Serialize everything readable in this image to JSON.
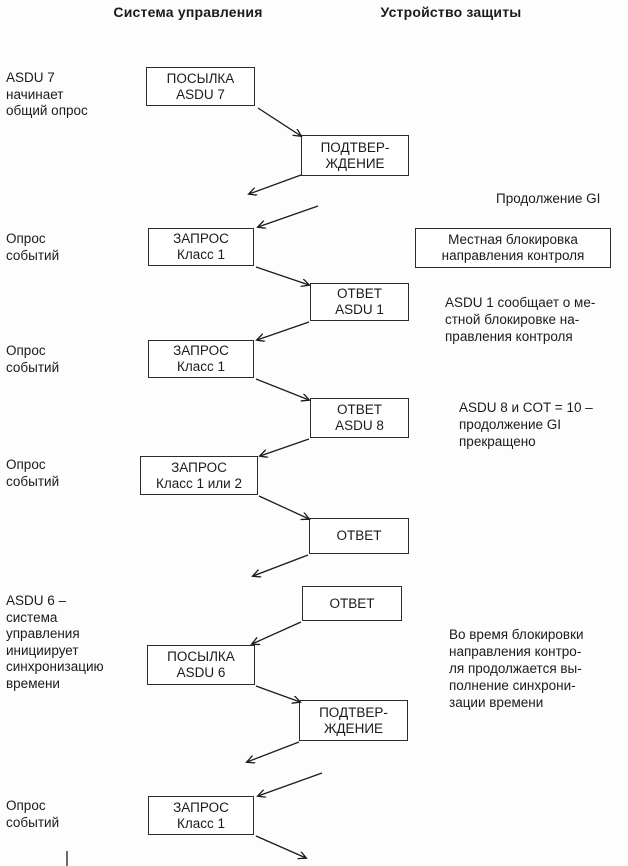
{
  "columns": {
    "control_system": "Система управления",
    "protection_device": "Устройство защиты"
  },
  "side_labels": [
    "ASDU 7\nначинает\nобщий опрос",
    "Опрос\nсобытий",
    "Опрос\nсобытий",
    "Опрос\nсобытий",
    "ASDU 6 –\nсистема\nуправления\nинициирует\nсинхронизацию\nвремени",
    "Опрос\nсобытий"
  ],
  "left_boxes": [
    "ПОСЫЛКА\nASDU 7",
    "ЗАПРОС\nКласс 1",
    "ЗАПРОС\nКласс 1",
    "ЗАПРОС\nКласс 1 или 2",
    "ПОСЫЛКА\nASDU 6",
    "ЗАПРОС\nКласс 1"
  ],
  "right_boxes": [
    "ПОДТВЕР-\nЖДЕНИЕ",
    "ОТВЕТ\nASDU 1",
    "ОТВЕТ\nASDU 8",
    "ОТВЕТ",
    "ОТВЕТ",
    "ПОДТВЕР-\nЖДЕНИЕ"
  ],
  "annotations": {
    "gi_continuation": "Продолжение GI",
    "local_blocking_box": "Местная блокировка\nнаправления контроля",
    "asdu1_note": "ASDU 1 сообщает о ме-\nстной блокировке на-\nправления контроля",
    "asdu8_note": "ASDU 8 и COT = 10 –\nпродолжение GI\nпрекращено",
    "time_sync_note": "Во время блокировки\nнаправления контро-\nля продолжается вы-\nполнение синхрони-\nзации времени"
  }
}
